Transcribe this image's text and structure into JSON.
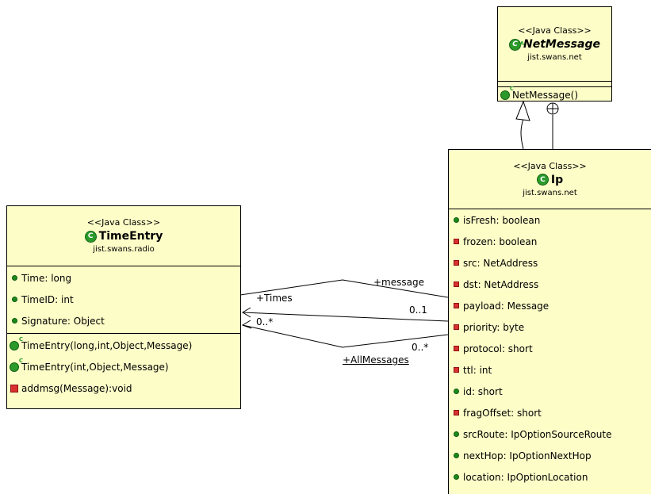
{
  "classes": {
    "netmessage": {
      "stereotype": "<<Java Class>>",
      "name": "NetMessage",
      "package": "jist.swans.net",
      "methods": [
        {
          "text": "NetMessage()",
          "vis": "ctor"
        }
      ]
    },
    "ip": {
      "stereotype": "<<Java Class>>",
      "name": "Ip",
      "package": "jist.swans.net",
      "fields": [
        {
          "text": "isFresh: boolean",
          "vis": "public"
        },
        {
          "text": "frozen: boolean",
          "vis": "private"
        },
        {
          "text": "src: NetAddress",
          "vis": "private"
        },
        {
          "text": "dst: NetAddress",
          "vis": "private"
        },
        {
          "text": "payload: Message",
          "vis": "private"
        },
        {
          "text": "priority: byte",
          "vis": "private"
        },
        {
          "text": "protocol: short",
          "vis": "private"
        },
        {
          "text": "ttl: int",
          "vis": "private"
        },
        {
          "text": "id: short",
          "vis": "public"
        },
        {
          "text": "fragOffset: short",
          "vis": "private"
        },
        {
          "text": "srcRoute: IpOptionSourceRoute",
          "vis": "public"
        },
        {
          "text": "nextHop: IpOptionNextHop",
          "vis": "public"
        },
        {
          "text": "location: IpOptionLocation",
          "vis": "public"
        }
      ]
    },
    "timeentry": {
      "stereotype": "<<Java Class>>",
      "name": "TimeEntry",
      "package": "jist.swans.radio",
      "fields": [
        {
          "text": "Time: long",
          "vis": "public"
        },
        {
          "text": "TimeID: int",
          "vis": "public"
        },
        {
          "text": "Signature: Object",
          "vis": "public"
        }
      ],
      "methods": [
        {
          "text": "TimeEntry(long,int,Object,Message)",
          "vis": "ctor"
        },
        {
          "text": "TimeEntry(int,Object,Message)",
          "vis": "ctor"
        },
        {
          "text": "addmsg(Message):void",
          "vis": "package"
        }
      ]
    }
  },
  "associations": {
    "message_role": "+message",
    "message_mult": "0..1",
    "times_role": "+Times",
    "allmessages_role": "+AllMessages",
    "allmessages_mult_left": "0..*",
    "allmessages_mult_right": "0..*"
  },
  "colors": {
    "class_fill": "#fdfdc8",
    "public_dot": "#1b8a1b",
    "private_square": "#d8312f"
  }
}
